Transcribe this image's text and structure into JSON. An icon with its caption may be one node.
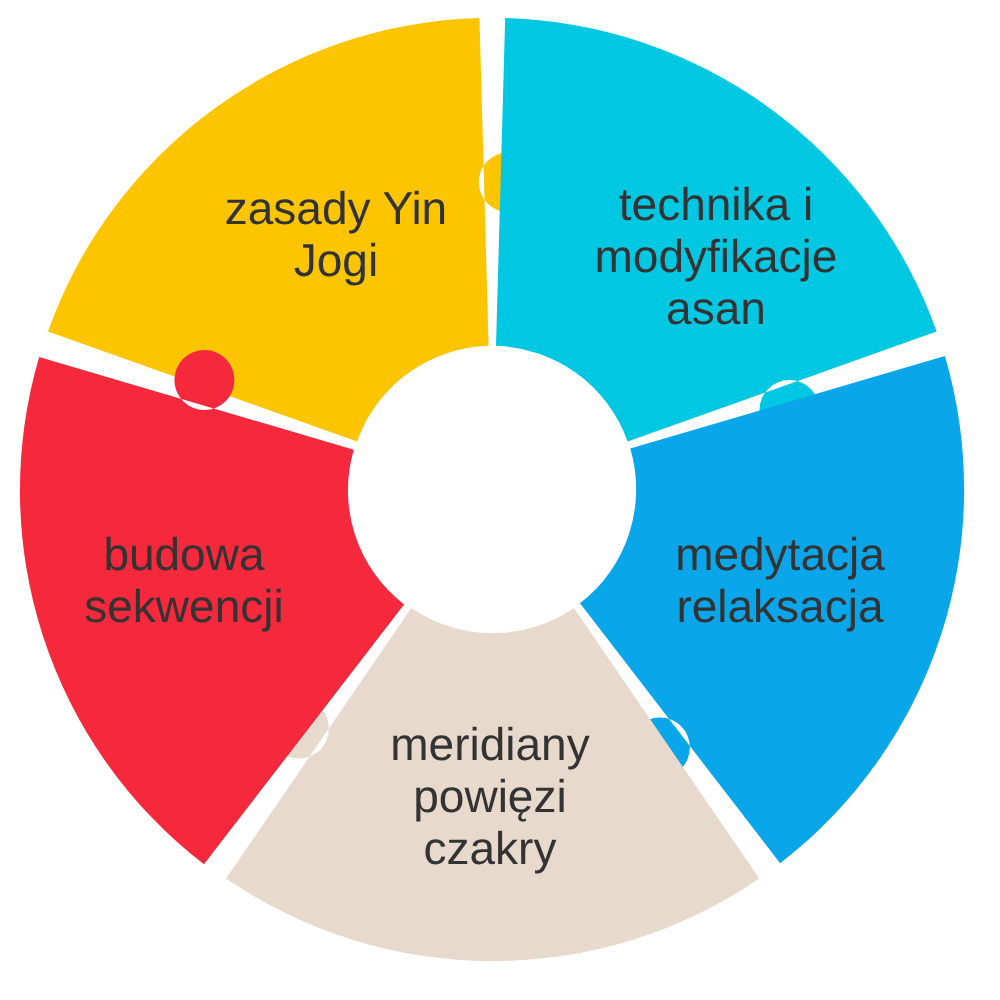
{
  "diagram": {
    "nodes": [
      {
        "text": [
          "zasady Yin Jogi"
        ]
      },
      {
        "text": [
          "technika i modyfikacje asan"
        ]
      },
      {
        "text": [
          "medytacja relaksacja"
        ]
      },
      {
        "text": [
          "meridiany powięzi czakry"
        ]
      },
      {
        "text": [
          "budowa sekwencji"
        ]
      }
    ]
  }
}
